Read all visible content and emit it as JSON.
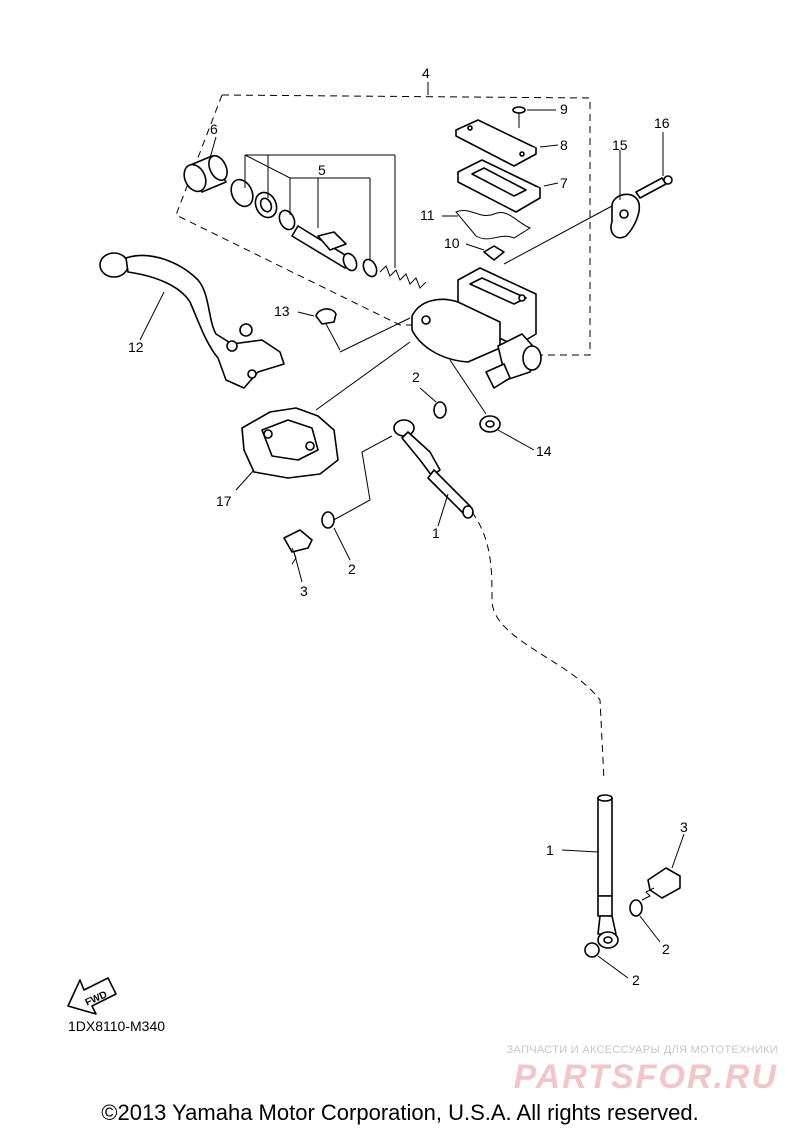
{
  "callouts": {
    "c1a": "1",
    "c1b": "1",
    "c2a": "2",
    "c2b": "2",
    "c2c": "2",
    "c2d": "2",
    "c3a": "3",
    "c3b": "3",
    "c4": "4",
    "c5": "5",
    "c6": "6",
    "c7": "7",
    "c8": "8",
    "c9": "9",
    "c10": "10",
    "c11": "11",
    "c12": "12",
    "c13": "13",
    "c14": "14",
    "c15": "15",
    "c16": "16",
    "c17": "17"
  },
  "fwd_label": "FWD",
  "drawing_code": "1DX8110-M340",
  "watermark": {
    "tagline": "ЗАПЧАСТИ И АКСЕССУАРЫ ДЛЯ МОТОТЕХНИКИ",
    "logo": "PARTSFOR.RU"
  },
  "copyright": "©2013 Yamaha Motor Corporation, U.S.A. All rights reserved."
}
